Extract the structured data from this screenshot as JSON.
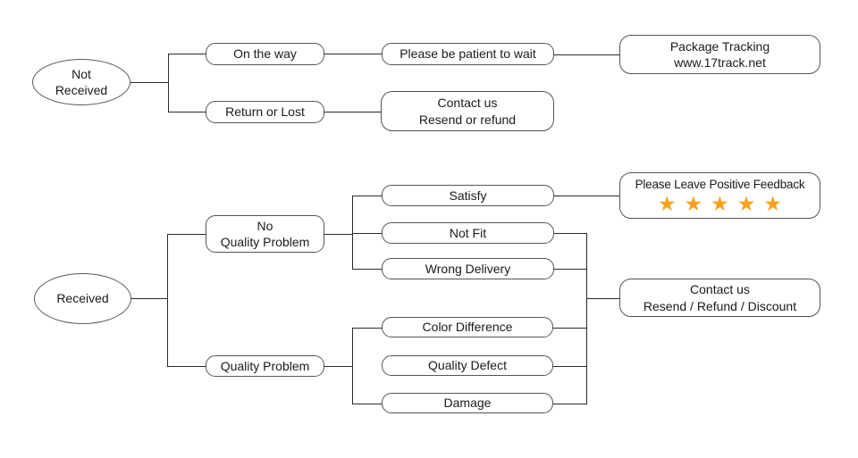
{
  "colors": {
    "star": "#F9A11B",
    "box_border": "#555555",
    "line": "#2a2a2a",
    "text": "#1a1a1a"
  },
  "nodes": {
    "not_received": "Not\nReceived",
    "received": "Received",
    "on_the_way": "On the way",
    "return_or_lost": "Return or Lost",
    "please_be_patient": "Please be patient to wait",
    "contact_resend_or_refund": "Contact us\nResend or refund",
    "package_tracking": "Package Tracking\nwww.17track.net",
    "no_quality_problem": "No\nQuality Problem",
    "quality_problem": "Quality Problem",
    "satisfy": "Satisfy",
    "not_fit": "Not Fit",
    "wrong_delivery": "Wrong Delivery",
    "color_difference": "Color Difference",
    "quality_defect": "Quality Defect",
    "damage": "Damage",
    "positive_feedback_title": "Please Leave Positive Feedback",
    "positive_feedback_stars": "★★★★★",
    "contact_resend_refund_discount": "Contact us\nResend / Refund / Discount"
  }
}
